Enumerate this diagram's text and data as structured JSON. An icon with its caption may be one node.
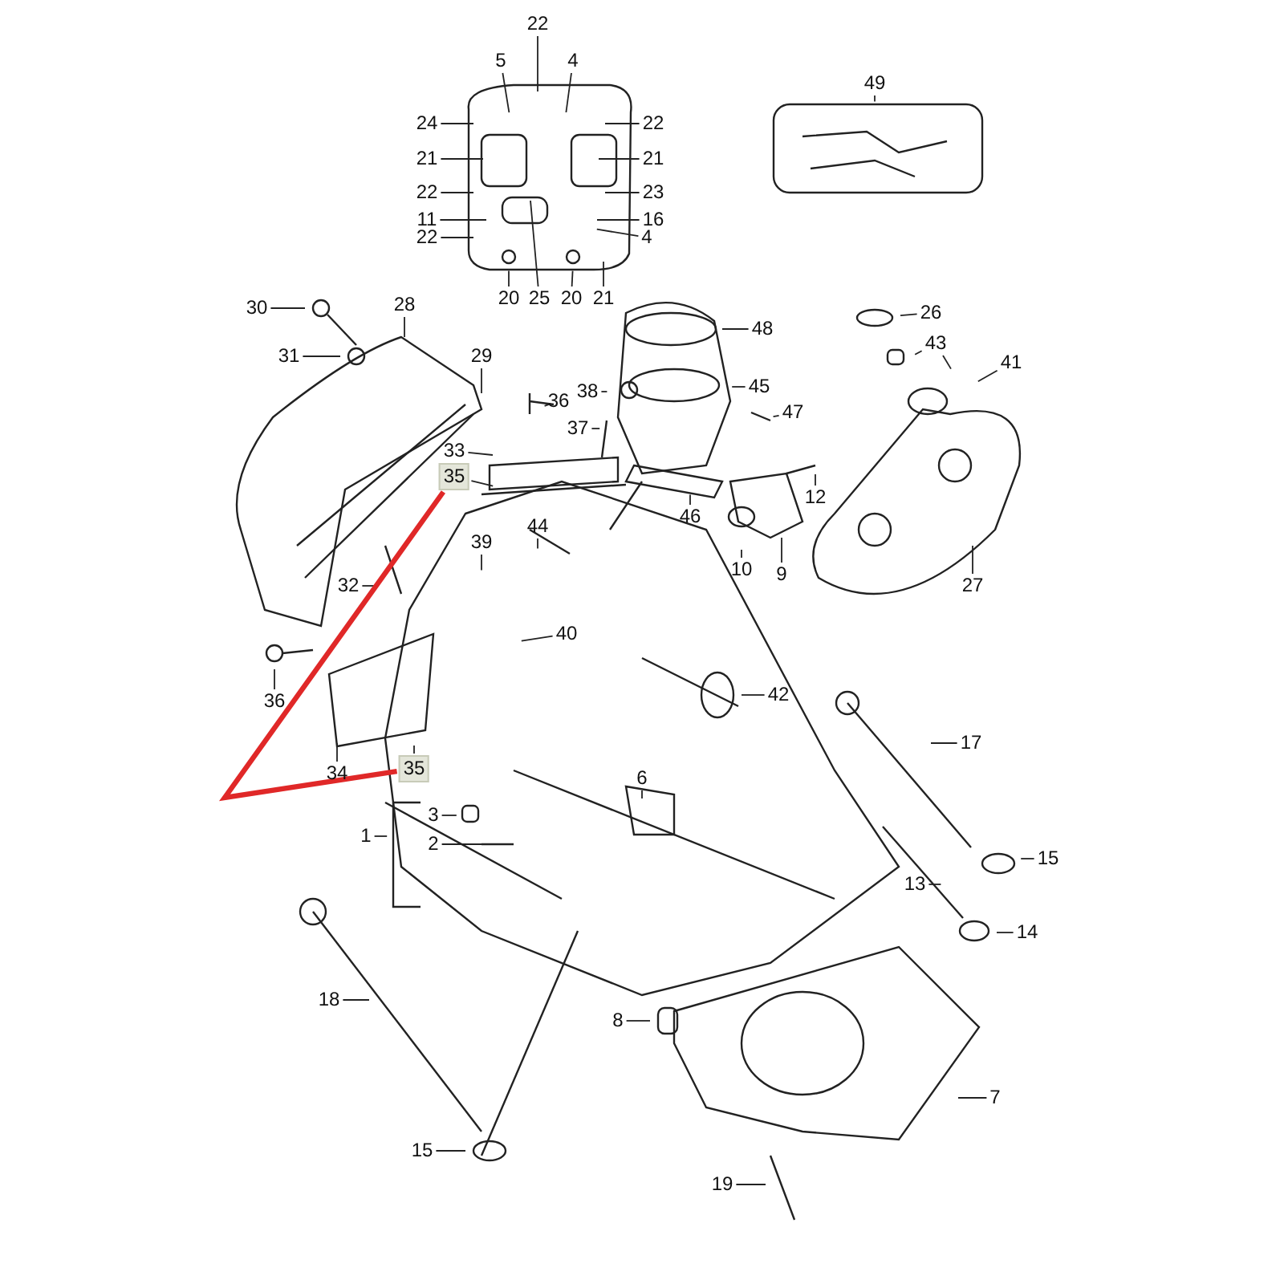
{
  "diagram": {
    "nodes": [
      {
        "text": [
          "22"
        ]
      },
      {
        "text": [
          "5"
        ]
      },
      {
        "text": [
          "4"
        ]
      },
      {
        "text": [
          "24"
        ]
      },
      {
        "text": [
          "22"
        ]
      },
      {
        "text": [
          "21"
        ]
      },
      {
        "text": [
          "21"
        ]
      },
      {
        "text": [
          "22"
        ]
      },
      {
        "text": [
          "23"
        ]
      },
      {
        "text": [
          "11"
        ]
      },
      {
        "text": [
          "16"
        ]
      },
      {
        "text": [
          "22"
        ]
      },
      {
        "text": [
          "4"
        ]
      },
      {
        "text": [
          "20"
        ]
      },
      {
        "text": [
          "25"
        ]
      },
      {
        "text": [
          "20"
        ]
      },
      {
        "text": [
          "21"
        ]
      },
      {
        "text": [
          "49"
        ]
      },
      {
        "text": [
          "30"
        ]
      },
      {
        "text": [
          "28"
        ]
      },
      {
        "text": [
          "31"
        ]
      },
      {
        "text": [
          "48"
        ]
      },
      {
        "text": [
          "29"
        ]
      },
      {
        "text": [
          "26"
        ]
      },
      {
        "text": [
          "36"
        ]
      },
      {
        "text": [
          "38"
        ]
      },
      {
        "text": [
          "43"
        ]
      },
      {
        "text": [
          "45"
        ]
      },
      {
        "text": [
          "41"
        ]
      },
      {
        "text": [
          "37"
        ]
      },
      {
        "text": [
          "47"
        ]
      },
      {
        "text": [
          "33"
        ]
      },
      {
        "text": [
          "35"
        ]
      },
      {
        "text": [
          "12"
        ]
      },
      {
        "text": [
          "46"
        ]
      },
      {
        "text": [
          "44"
        ]
      },
      {
        "text": [
          "10"
        ]
      },
      {
        "text": [
          "9"
        ]
      },
      {
        "text": [
          "39"
        ]
      },
      {
        "text": [
          "32"
        ]
      },
      {
        "text": [
          "27"
        ]
      },
      {
        "text": [
          "40"
        ]
      },
      {
        "text": [
          "36"
        ]
      },
      {
        "text": [
          "42"
        ]
      },
      {
        "text": [
          "17"
        ]
      },
      {
        "text": [
          "34"
        ]
      },
      {
        "text": [
          "35"
        ]
      },
      {
        "text": [
          "6"
        ]
      },
      {
        "text": [
          "3"
        ]
      },
      {
        "text": [
          "1"
        ]
      },
      {
        "text": [
          "2"
        ]
      },
      {
        "text": [
          "15"
        ]
      },
      {
        "text": [
          "13"
        ]
      },
      {
        "text": [
          "14"
        ]
      },
      {
        "text": [
          "18"
        ]
      },
      {
        "text": [
          "8"
        ]
      },
      {
        "text": [
          "7"
        ]
      },
      {
        "text": [
          "15"
        ]
      },
      {
        "text": [
          "19"
        ]
      }
    ],
    "edges": [
      {
        "from": 0,
        "to": null,
        "arrow": "none"
      },
      {
        "from": 1,
        "to": null,
        "arrow": "none"
      },
      {
        "from": 2,
        "to": null,
        "arrow": "none"
      },
      {
        "from": 3,
        "to": null,
        "arrow": "none"
      },
      {
        "from": 4,
        "to": null,
        "arrow": "none"
      },
      {
        "from": 5,
        "to": null,
        "arrow": "none"
      },
      {
        "from": 6,
        "to": null,
        "arrow": "none"
      },
      {
        "from": 7,
        "to": null,
        "arrow": "none"
      },
      {
        "from": 8,
        "to": null,
        "arrow": "none"
      },
      {
        "from": 9,
        "to": null,
        "arrow": "none"
      },
      {
        "from": 10,
        "to": null,
        "arrow": "none"
      },
      {
        "from": 11,
        "to": null,
        "arrow": "none"
      },
      {
        "from": 12,
        "to": null,
        "arrow": "none"
      },
      {
        "from": 13,
        "to": null,
        "arrow": "none"
      },
      {
        "from": 14,
        "to": null,
        "arrow": "none"
      },
      {
        "from": 15,
        "to": null,
        "arrow": "none"
      },
      {
        "from": 16,
        "to": null,
        "arrow": "none"
      },
      {
        "from": 17,
        "to": null,
        "arrow": "none"
      },
      {
        "from": 18,
        "to": null,
        "arrow": "none"
      },
      {
        "from": 19,
        "to": null,
        "arrow": "none"
      },
      {
        "from": 20,
        "to": null,
        "arrow": "none"
      },
      {
        "from": 21,
        "to": null,
        "arrow": "none"
      },
      {
        "from": 22,
        "to": null,
        "arrow": "none"
      },
      {
        "from": 23,
        "to": null,
        "arrow": "none"
      },
      {
        "from": 24,
        "to": null,
        "arrow": "none"
      },
      {
        "from": 25,
        "to": null,
        "arrow": "none"
      },
      {
        "from": 26,
        "to": null,
        "arrow": "none"
      },
      {
        "from": 26,
        "to": null,
        "arrow": "none"
      },
      {
        "from": 27,
        "to": null,
        "arrow": "none"
      },
      {
        "from": 28,
        "to": null,
        "arrow": "none"
      },
      {
        "from": 29,
        "to": null,
        "arrow": "none"
      },
      {
        "from": 30,
        "to": null,
        "arrow": "none"
      },
      {
        "from": 31,
        "to": null,
        "arrow": "none"
      },
      {
        "from": 32,
        "to": null,
        "arrow": "none"
      },
      {
        "from": 33,
        "to": null,
        "arrow": "none"
      },
      {
        "from": 34,
        "to": null,
        "arrow": "none"
      },
      {
        "from": 35,
        "to": null,
        "arrow": "none"
      },
      {
        "from": 36,
        "to": null,
        "arrow": "none"
      },
      {
        "from": 37,
        "to": null,
        "arrow": "none"
      },
      {
        "from": 38,
        "to": null,
        "arrow": "none"
      },
      {
        "from": 39,
        "to": null,
        "arrow": "none"
      },
      {
        "from": 40,
        "to": null,
        "arrow": "none"
      },
      {
        "from": 41,
        "to": null,
        "arrow": "none"
      },
      {
        "from": 42,
        "to": null,
        "arrow": "none"
      },
      {
        "from": 43,
        "to": null,
        "arrow": "none"
      },
      {
        "from": 44,
        "to": null,
        "arrow": "none"
      },
      {
        "from": 45,
        "to": null,
        "arrow": "none"
      },
      {
        "from": 46,
        "to": null,
        "arrow": "none"
      },
      {
        "from": 47,
        "to": null,
        "arrow": "none"
      },
      {
        "from": 48,
        "to": null,
        "arrow": "none"
      },
      {
        "from": 49,
        "to": null,
        "arrow": "none"
      },
      {
        "from": 50,
        "to": null,
        "arrow": "none"
      },
      {
        "from": 51,
        "to": null,
        "arrow": "none"
      },
      {
        "from": 52,
        "to": null,
        "arrow": "none"
      },
      {
        "from": 53,
        "to": null,
        "arrow": "none"
      },
      {
        "from": 54,
        "to": null,
        "arrow": "none"
      },
      {
        "from": 55,
        "to": null,
        "arrow": "none"
      },
      {
        "from": 56,
        "to": null,
        "arrow": "none"
      },
      {
        "from": 57,
        "to": null,
        "arrow": "none"
      },
      {
        "from": 58,
        "to": null,
        "arrow": "none"
      },
      {
        "from": 32,
        "to": 46,
        "arrow": "none",
        "style": "thick",
        "color": "#e02828"
      }
    ]
  }
}
